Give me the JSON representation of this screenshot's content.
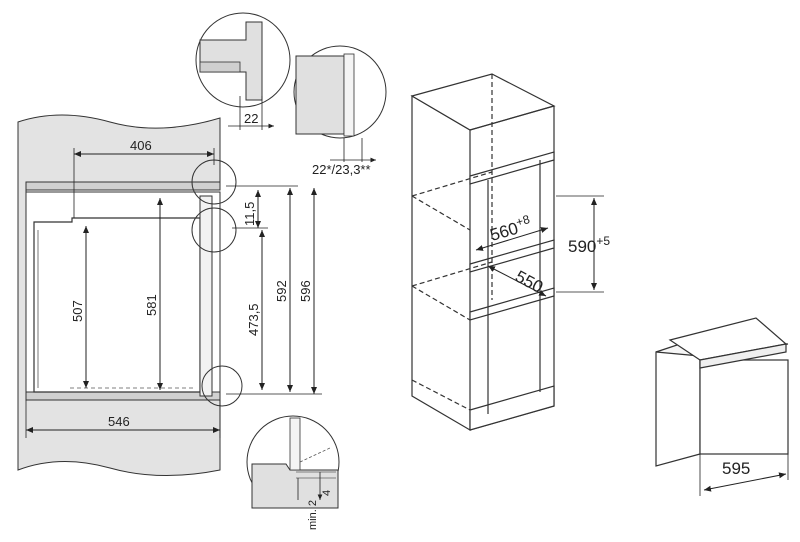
{
  "side_view": {
    "depth_top": "406",
    "niche_height_inner": "507",
    "height_581": "581",
    "height_473": "473,5",
    "height_592": "592",
    "height_596": "596",
    "gap_11": "11,5",
    "depth_bottom": "546"
  },
  "detail_top": {
    "dim": "22"
  },
  "detail_top_right": {
    "dim": "22*/23,3**"
  },
  "detail_bottom": {
    "dim_4": "4",
    "dim_min": "min. 2"
  },
  "cabinet": {
    "width_main": "560",
    "width_tol": "+8",
    "depth": "550",
    "height_main": "590",
    "height_tol": "+5"
  },
  "appliance": {
    "width": "595"
  }
}
